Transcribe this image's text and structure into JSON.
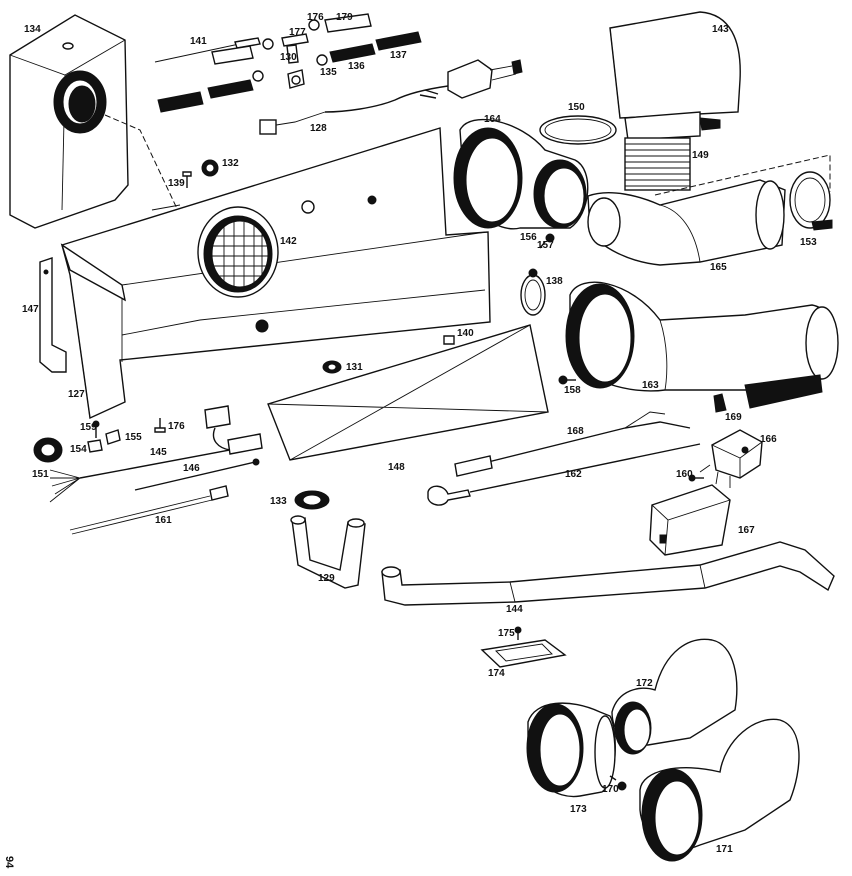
{
  "diagram": {
    "page_number": "94",
    "labels": [
      "134",
      "141",
      "176",
      "179",
      "177",
      "130",
      "135",
      "136",
      "137",
      "143",
      "150",
      "164",
      "149",
      "139",
      "132",
      "128",
      "142",
      "156",
      "157",
      "153",
      "165",
      "138",
      "147",
      "140",
      "131",
      "127",
      "163",
      "158",
      "169",
      "159",
      "155",
      "154",
      "176",
      "145",
      "168",
      "166",
      "151",
      "146",
      "148",
      "162",
      "160",
      "133",
      "161",
      "167",
      "129",
      "144",
      "175",
      "174",
      "172",
      "173",
      "170",
      "171"
    ]
  }
}
